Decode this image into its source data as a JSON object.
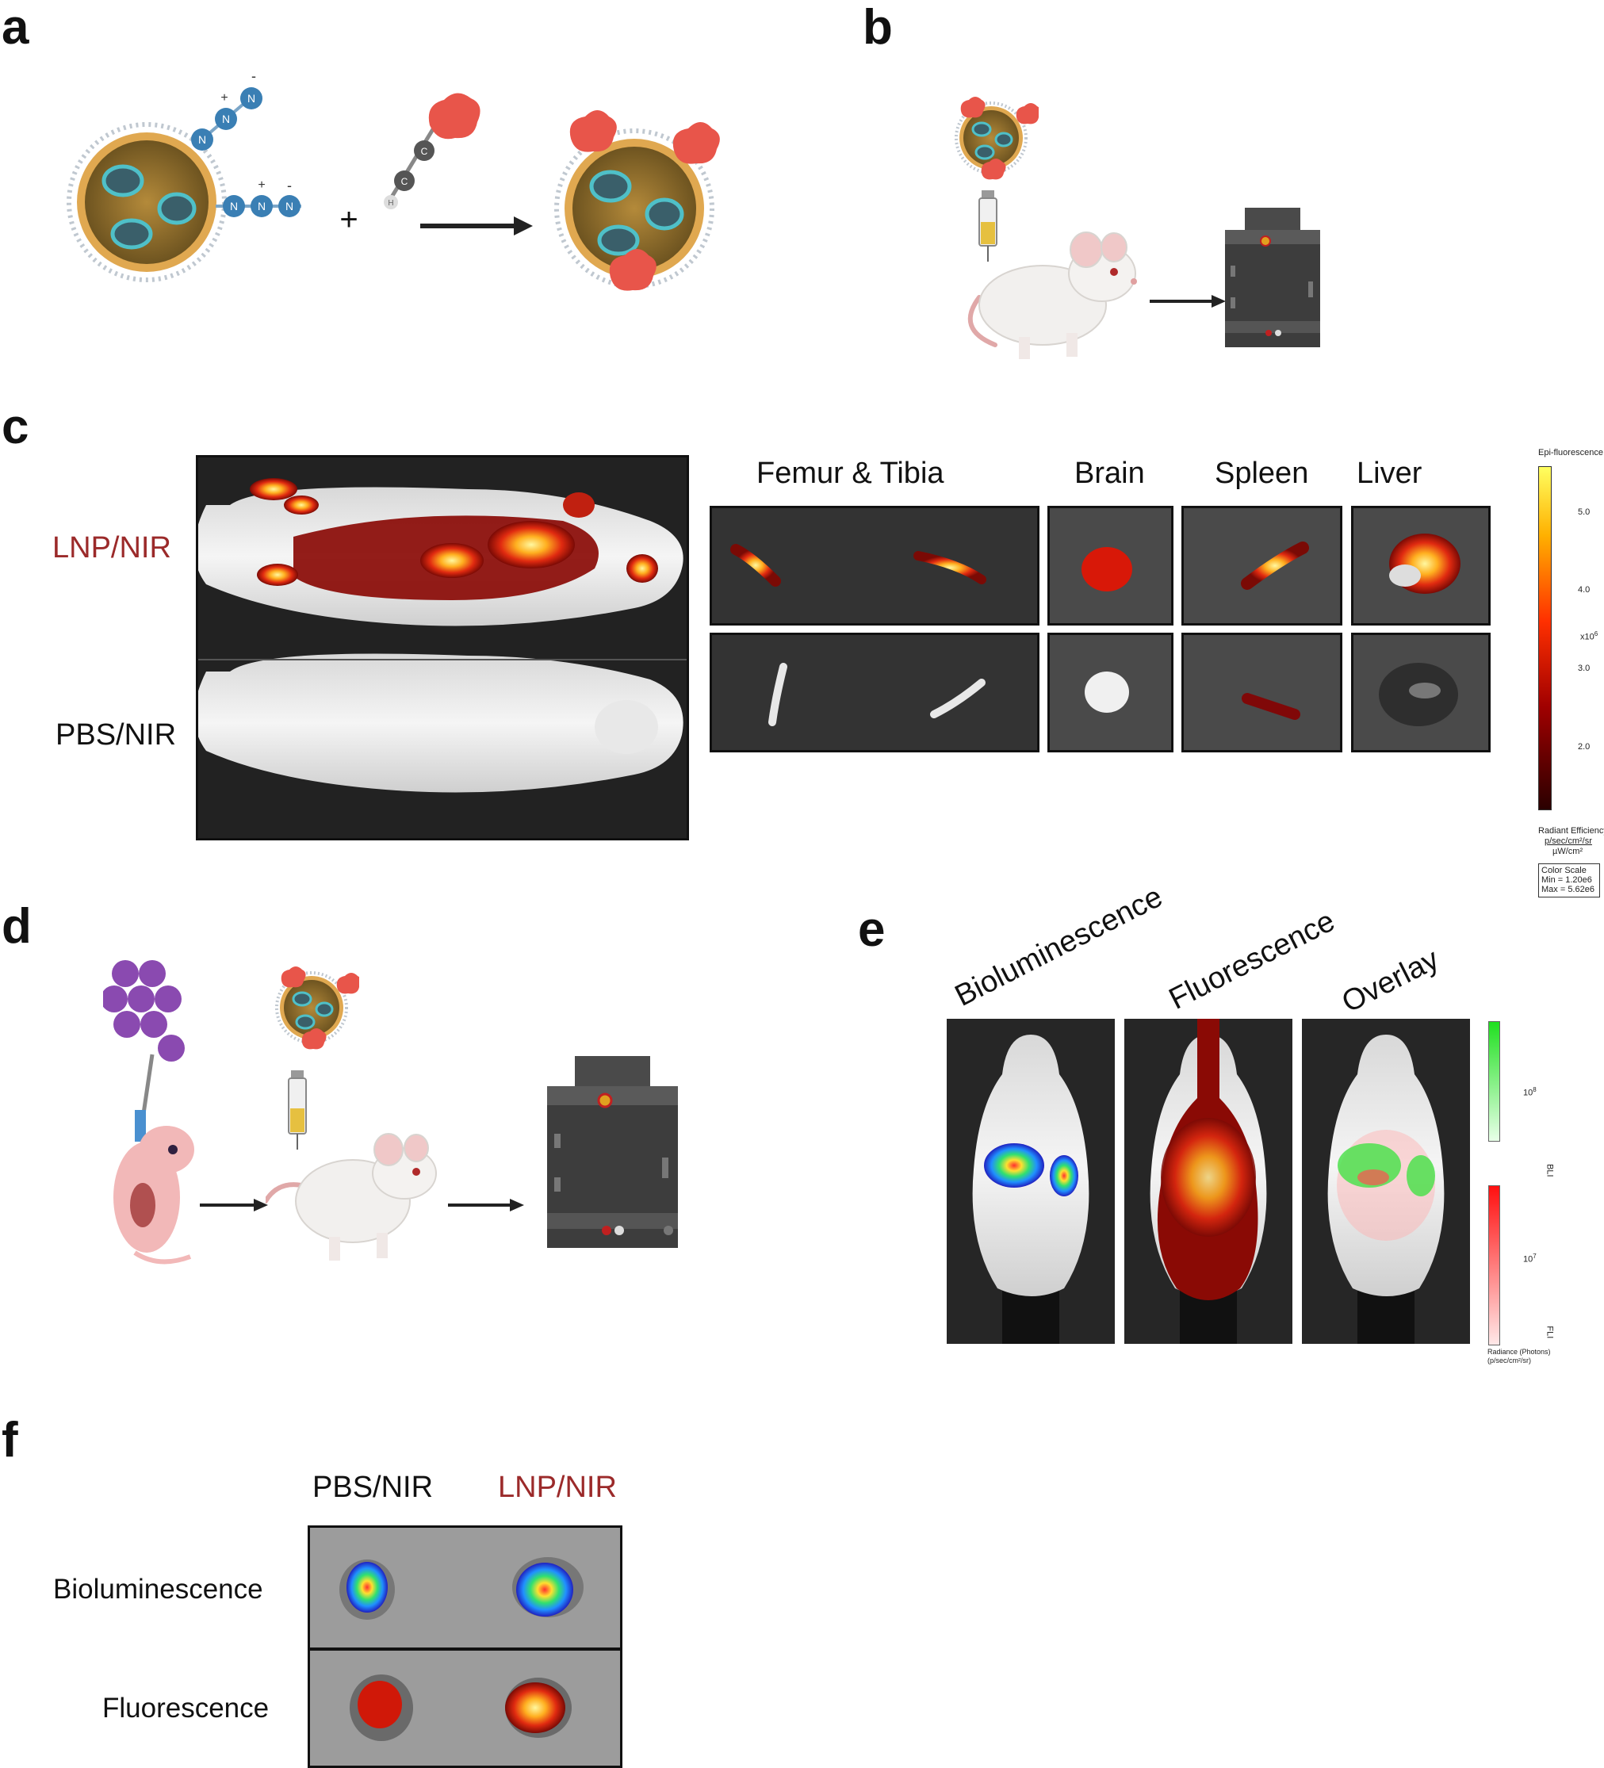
{
  "panels": {
    "a": "a",
    "b": "b",
    "c": "c",
    "d": "d",
    "e": "e",
    "f": "f"
  },
  "panel_a": {
    "azide_atoms": [
      "N",
      "N",
      "N"
    ],
    "azide_charges": [
      "+",
      "-"
    ],
    "alkyne_atoms": [
      "C",
      "C",
      "H"
    ],
    "plus_sign": "+"
  },
  "panel_c": {
    "row_labels": [
      "LNP/NIR",
      "PBS/NIR"
    ],
    "column_headers": [
      "Femur & Tibia",
      "Brain",
      "Spleen",
      "Liver"
    ],
    "colorbar": {
      "title": "Epi-fluorescence",
      "ticks": [
        "5.0",
        "4.0",
        "3.0",
        "2.0"
      ],
      "multiplier": "x10",
      "multiplier_exp": "6",
      "unit_line1": "Radiant Efficiency",
      "unit_line2": "p/sec/cm²/sr",
      "unit_line3": "µW/cm²",
      "scale_title": "Color Scale",
      "min": "Min = 1.20e6",
      "max": "Max = 5.62e6"
    }
  },
  "panel_e": {
    "column_headers": [
      "Bioluminescence",
      "Fluorescence",
      "Overlay"
    ],
    "colorbar": {
      "bli_exp": "10",
      "bli_exp_sup": "8",
      "fli_exp": "10",
      "fli_exp_sup": "7",
      "bli_label": "BLI",
      "fli_label": "FLI",
      "unit": "Radiance (Photons)",
      "unit2": "(p/sec/cm²/sr)"
    }
  },
  "panel_f": {
    "column_headers": [
      "PBS/NIR",
      "LNP/NIR"
    ],
    "row_labels": [
      "Bioluminescence",
      "Fluorescence"
    ]
  },
  "colors": {
    "lnp_label": "#9b2a2a",
    "nanoparticle_shell": "#d4a24a",
    "nanoparticle_core": "#8a6a2a",
    "azide_blue": "#3a7fb4",
    "dye_red": "#e8554a",
    "imager_body": "#3d3d3d"
  }
}
